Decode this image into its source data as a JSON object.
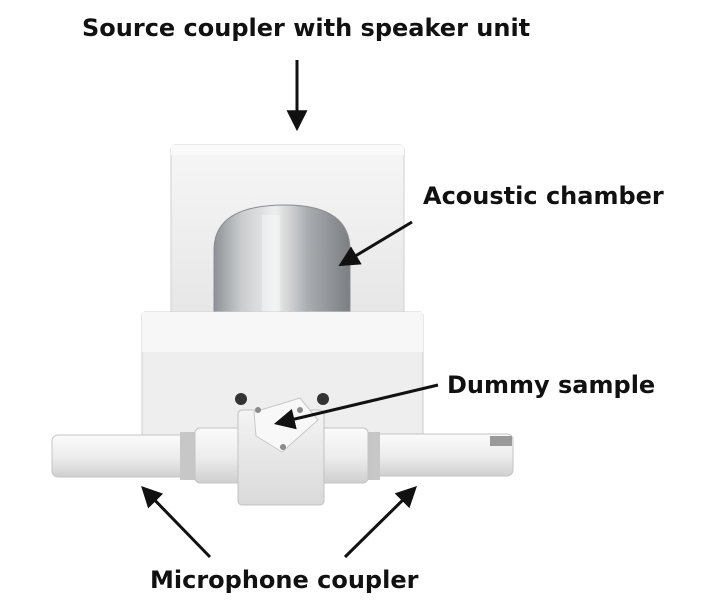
{
  "labels": {
    "source_coupler": "Source coupler with speaker unit",
    "acoustic_chamber": "Acoustic chamber",
    "dummy_sample": "Dummy sample",
    "microphone_coupler": "Microphone coupler"
  },
  "colors": {
    "background": "#ffffff",
    "text": "#111111",
    "arrow": "#111111",
    "plastic_white": "#f1f1f1",
    "plastic_shadow": "#d6d6d6",
    "metal_tube": "#b9bcbf"
  }
}
